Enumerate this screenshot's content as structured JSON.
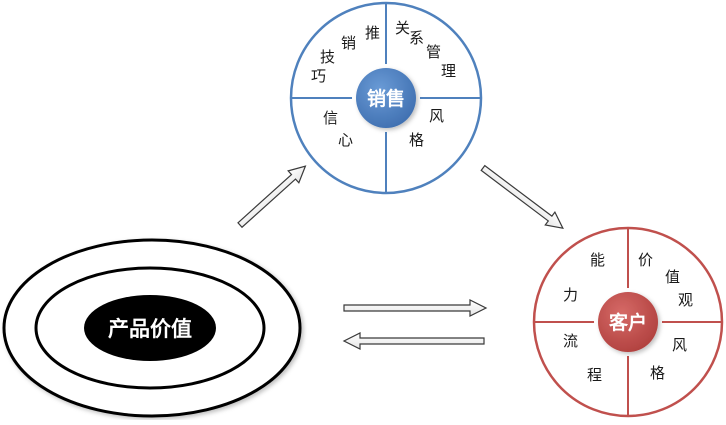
{
  "core": {
    "label": "产品价值"
  },
  "sales_wheel": {
    "center": "销售",
    "accent": "#4f81bd",
    "segments": {
      "top_left": [
        "推",
        "销",
        "技",
        "巧"
      ],
      "top_right": [
        "关",
        "系",
        "管",
        "理"
      ],
      "bottom_left": [
        "信",
        "心"
      ],
      "bottom_right": [
        "风",
        "格"
      ]
    }
  },
  "customer_wheel": {
    "center": "客户",
    "accent": "#c0504d",
    "segments": {
      "top_left": [
        "能",
        "力"
      ],
      "top_right": [
        "价",
        "值",
        "观"
      ],
      "bottom_left": [
        "流",
        "程"
      ],
      "bottom_right": [
        "风",
        "格"
      ]
    }
  }
}
